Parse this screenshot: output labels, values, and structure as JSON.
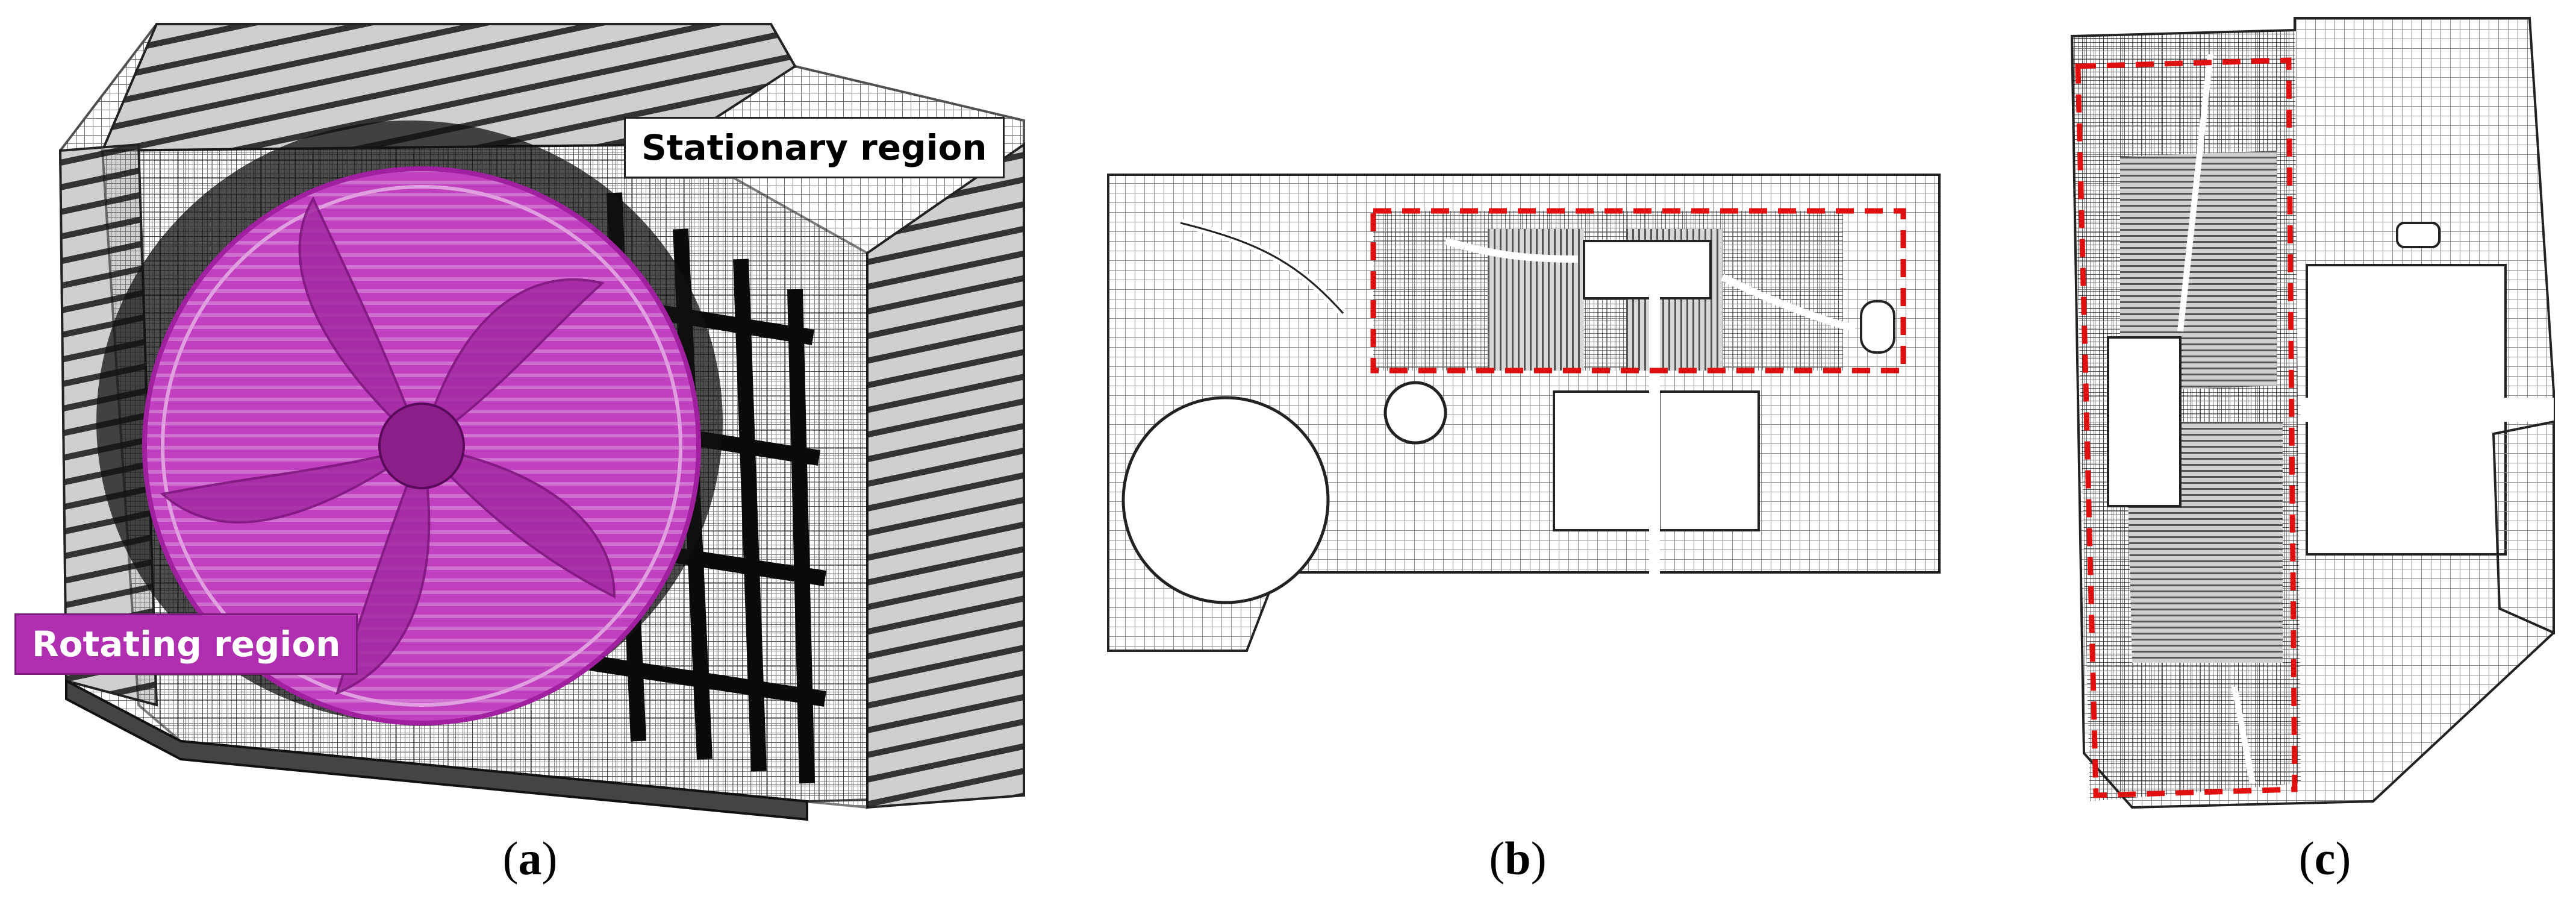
{
  "figure": {
    "panels": [
      {
        "id": "a",
        "caption_open": "(",
        "caption_letter": "a",
        "caption_close": ")"
      },
      {
        "id": "b",
        "caption_open": "(",
        "caption_letter": "b",
        "caption_close": ")"
      },
      {
        "id": "c",
        "caption_open": "(",
        "caption_letter": "c",
        "caption_close": ")"
      }
    ],
    "labels": {
      "stationary": "Stationary region",
      "rotating": "Rotating region"
    },
    "colors": {
      "rotating_region": "#b02fb0",
      "interface_dashed": "#e01010",
      "mesh_dark": "#1a1a1a",
      "mesh_light": "#9a9a9a"
    }
  }
}
